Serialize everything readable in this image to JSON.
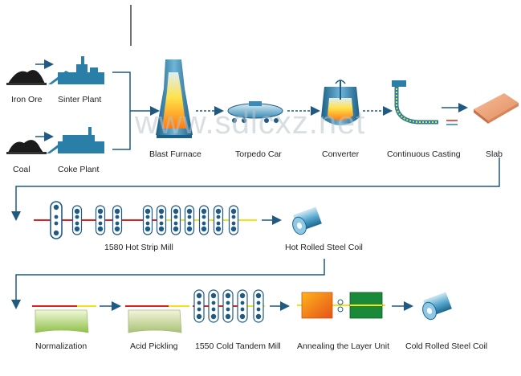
{
  "watermark": "www.sdlcxz.net",
  "row1": {
    "iron_ore": "Iron Ore",
    "sinter_plant": "Sinter Plant",
    "coal": "Coal",
    "coke_plant": "Coke Plant",
    "blast_furnace": "Blast Furnace",
    "torpedo_car": "Torpedo Car",
    "converter": "Converter",
    "continuous_casting": "Continuous Casting",
    "slab": "Slab"
  },
  "row2": {
    "hot_strip_mill": "1580 Hot Strip Mill",
    "hot_rolled_coil": "Hot Rolled Steel Coil"
  },
  "row3": {
    "normalization": "Normalization",
    "acid_pickling": "Acid Pickling",
    "cold_tandem_mill": "1550 Cold Tandem Mill",
    "annealing": "Annealing the Layer Unit",
    "cold_rolled_coil": "Cold Rolled Steel Coil"
  },
  "colors": {
    "line": "#1f5a85",
    "strip_red": "#e0201c",
    "strip_yellow": "#f2e21a",
    "pile": "#1b1b1b",
    "plant": "#2a7fa8"
  }
}
